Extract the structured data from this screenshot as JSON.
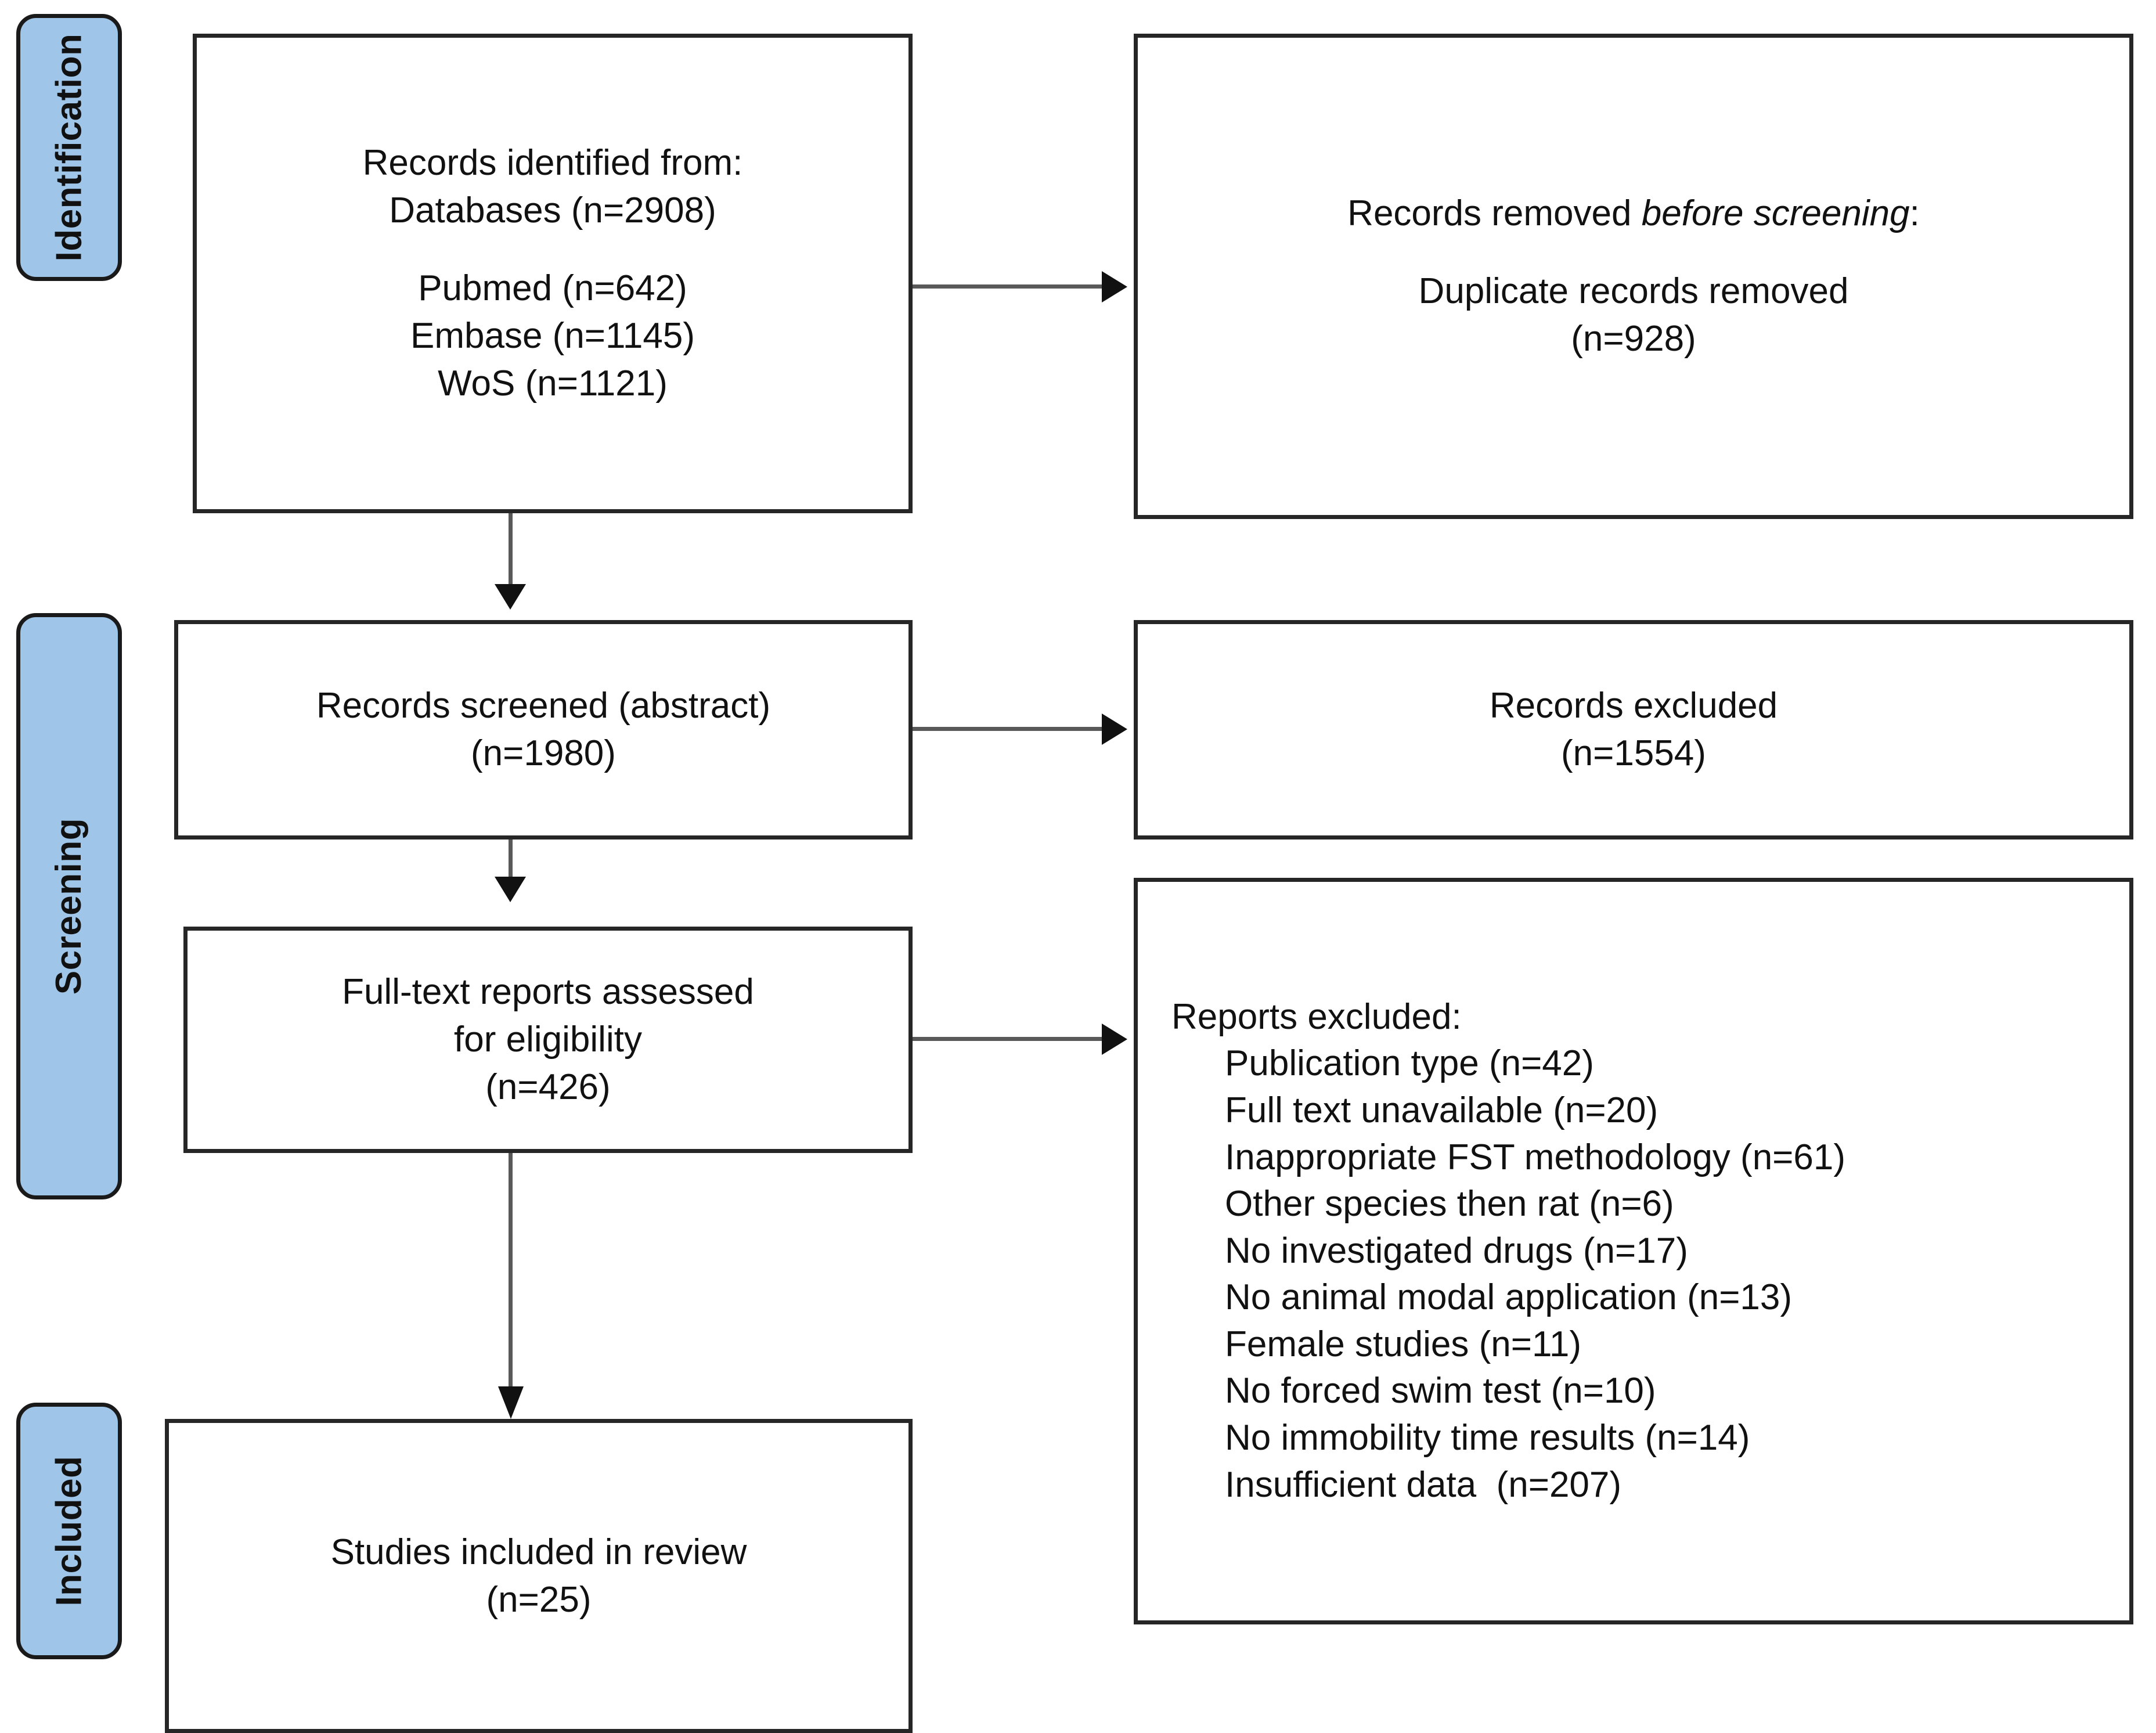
{
  "diagram": {
    "title": "PRISMA flow diagram",
    "colors": {
      "stage_tab_fill": "#9fc5e8",
      "stage_tab_border": "#1a1a1a",
      "box_border": "#262626",
      "connector": "#595959",
      "arrow_head": "#111111",
      "text": "#111111",
      "background": "#ffffff"
    }
  },
  "stages": [
    {
      "id": "identification",
      "label": "Identification"
    },
    {
      "id": "screening",
      "label": "Screening"
    },
    {
      "id": "included",
      "label": "Included"
    }
  ],
  "boxes": {
    "identified": {
      "line1": "Records identified from:",
      "line2": "Databases (n=2908)",
      "line3": "Pubmed (n=642)",
      "line4": "Embase (n=1145)",
      "line5": "WoS (n=1121)"
    },
    "removed_before_screening": {
      "line1_prefix": "Records removed ",
      "line1_italic": "before screening",
      "line1_suffix": ":",
      "line2": "Duplicate records removed",
      "line3": "(n=928)"
    },
    "screened": {
      "line1": "Records screened (abstract)",
      "line2": "(n=1980)"
    },
    "records_excluded": {
      "line1": "Records excluded",
      "line2": "(n=1554)"
    },
    "fulltext_assessed": {
      "line1": "Full-text reports assessed",
      "line2": "for eligibility",
      "line3": "(n=426)"
    },
    "reports_excluded": {
      "heading": "Reports excluded:",
      "items": [
        "Publication type (n=42)",
        "Full text unavailable (n=20)",
        "Inappropriate FST methodology (n=61)",
        "Other species then rat (n=6)",
        "No investigated drugs (n=17)",
        "No animal modal application (n=13)",
        "Female studies (n=11)",
        "No forced swim test (n=10)",
        "No immobility time results (n=14)",
        "Insufficient data  (n=207)"
      ]
    },
    "included_studies": {
      "line1": "Studies included in review",
      "line2": "(n=25)"
    }
  },
  "chart_data": {
    "type": "diagram",
    "title": "PRISMA flow diagram",
    "nodes": [
      {
        "id": "identified",
        "stage": "Identification",
        "label": "Records identified from: Databases",
        "n": 2908,
        "sources": [
          {
            "name": "Pubmed",
            "n": 642
          },
          {
            "name": "Embase",
            "n": 1145
          },
          {
            "name": "WoS",
            "n": 1121
          }
        ]
      },
      {
        "id": "removed_before_screening",
        "stage": "Identification",
        "label": "Duplicate records removed",
        "n": 928
      },
      {
        "id": "screened",
        "stage": "Screening",
        "label": "Records screened (abstract)",
        "n": 1980
      },
      {
        "id": "records_excluded",
        "stage": "Screening",
        "label": "Records excluded",
        "n": 1554
      },
      {
        "id": "fulltext_assessed",
        "stage": "Screening",
        "label": "Full-text reports assessed for eligibility",
        "n": 426
      },
      {
        "id": "reports_excluded",
        "stage": "Screening",
        "label": "Reports excluded",
        "reasons": [
          {
            "reason": "Publication type",
            "n": 42
          },
          {
            "reason": "Full text unavailable",
            "n": 20
          },
          {
            "reason": "Inappropriate FST methodology",
            "n": 61
          },
          {
            "reason": "Other species then rat",
            "n": 6
          },
          {
            "reason": "No investigated drugs",
            "n": 17
          },
          {
            "reason": "No animal modal application",
            "n": 13
          },
          {
            "reason": "Female studies",
            "n": 11
          },
          {
            "reason": "No forced swim test",
            "n": 10
          },
          {
            "reason": "No immobility time results",
            "n": 14
          },
          {
            "reason": "Insufficient data",
            "n": 207
          }
        ]
      },
      {
        "id": "included_studies",
        "stage": "Included",
        "label": "Studies included in review",
        "n": 25
      }
    ],
    "edges": [
      {
        "from": "identified",
        "to": "removed_before_screening",
        "direction": "right"
      },
      {
        "from": "identified",
        "to": "screened",
        "direction": "down"
      },
      {
        "from": "screened",
        "to": "records_excluded",
        "direction": "right"
      },
      {
        "from": "screened",
        "to": "fulltext_assessed",
        "direction": "down"
      },
      {
        "from": "fulltext_assessed",
        "to": "reports_excluded",
        "direction": "right"
      },
      {
        "from": "fulltext_assessed",
        "to": "included_studies",
        "direction": "down"
      }
    ]
  }
}
